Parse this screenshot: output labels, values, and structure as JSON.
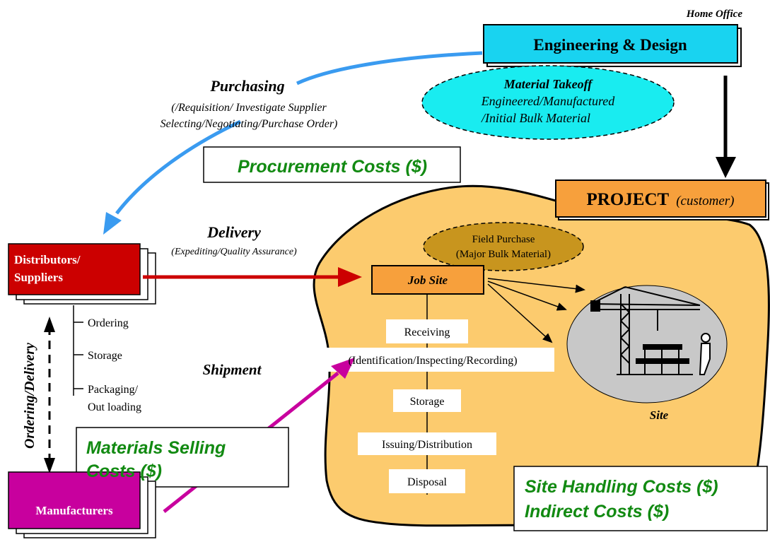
{
  "home_office": {
    "label": "Home Office"
  },
  "engineering": {
    "label": "Engineering & Design"
  },
  "takeoff": {
    "title": "Material Takeoff",
    "line1": "Engineered/Manufactured",
    "line2": "/Initial Bulk Material"
  },
  "purchasing": {
    "title": "Purchasing",
    "line1": "(/Requisition/ Investigate Supplier",
    "line2": "Selecting/Negotiating/Purchase Order)"
  },
  "procurement_costs": {
    "label": "Procurement Costs ($)"
  },
  "project": {
    "label": "PROJECT",
    "sub": "(customer)"
  },
  "delivery": {
    "title": "Delivery",
    "sub": "(Expediting/Quality Assurance)"
  },
  "field_purchase": {
    "line1": "Field  Purchase",
    "line2": "(Major Bulk Material)"
  },
  "distributors": {
    "line1": "Distributors/",
    "line2": "Suppliers"
  },
  "supplier_steps": {
    "ordering": "Ordering",
    "storage": "Storage",
    "packaging1": "Packaging/",
    "packaging2": "Out loading"
  },
  "ordering_delivery": {
    "label": "Ordering/Delivery"
  },
  "job_site": {
    "label": "Job Site"
  },
  "site_steps": {
    "receiving": "Receiving",
    "receiving_sub": "(Identification/Inspecting/Recording)",
    "storage": "Storage",
    "issuing": "Issuing/Distribution",
    "disposal": "Disposal"
  },
  "site": {
    "label": "Site"
  },
  "shipment": {
    "label": "Shipment"
  },
  "materials_selling": {
    "line1": "Materials Selling",
    "line2": "Costs ($)"
  },
  "site_costs": {
    "line1": "Site Handling Costs ($)",
    "line2": "Indirect Costs ($)"
  },
  "manufacturers": {
    "label": "Manufacturers"
  },
  "colors": {
    "cyan": "#19d3f0",
    "orange": "#f7a03c",
    "sand": "#fccb6e",
    "olive": "#c8951e",
    "red": "#cc0000",
    "magenta": "#c8009e",
    "blue_arrow": "#3a9bf0",
    "green_text": "#128a12"
  }
}
